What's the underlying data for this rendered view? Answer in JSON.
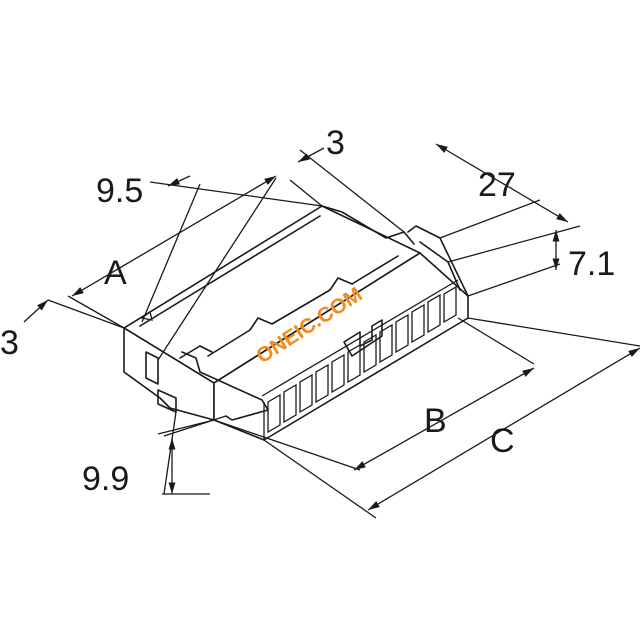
{
  "dimensions": {
    "pitch": "3",
    "width_27": "27",
    "depth_9_5": "9.5",
    "height_7_1": "7.1",
    "dim_a": "A",
    "edge_3": "3",
    "dim_b": "B",
    "dim_c": "C",
    "height_9_9": "9.9"
  },
  "watermark": "ONEIC.COM",
  "colors": {
    "line": "#1a1a1a",
    "watermark": "#f28c1e",
    "background": "#ffffff"
  }
}
